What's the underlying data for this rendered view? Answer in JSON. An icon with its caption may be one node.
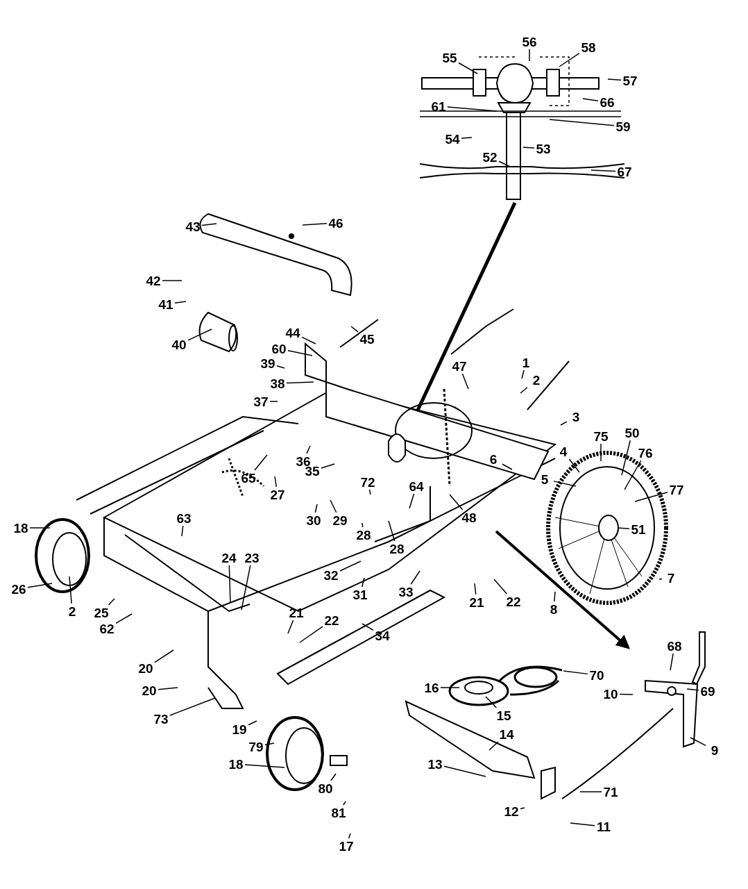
{
  "diagram": {
    "nodes": [
      {
        "text": [
          "56"
        ]
      },
      {
        "text": [
          "55"
        ]
      },
      {
        "text": [
          "58"
        ]
      },
      {
        "text": [
          "57"
        ]
      },
      {
        "text": [
          "66"
        ]
      },
      {
        "text": [
          "61"
        ]
      },
      {
        "text": [
          "59"
        ]
      },
      {
        "text": [
          "54"
        ]
      },
      {
        "text": [
          "53"
        ]
      },
      {
        "text": [
          "52"
        ]
      },
      {
        "text": [
          "67"
        ]
      },
      {
        "text": [
          "43"
        ]
      },
      {
        "text": [
          "46"
        ]
      },
      {
        "text": [
          "42"
        ]
      },
      {
        "text": [
          "41"
        ]
      },
      {
        "text": [
          "40"
        ]
      },
      {
        "text": [
          "44"
        ]
      },
      {
        "text": [
          "45"
        ]
      },
      {
        "text": [
          "60"
        ]
      },
      {
        "text": [
          "39"
        ]
      },
      {
        "text": [
          "38"
        ]
      },
      {
        "text": [
          "37"
        ]
      },
      {
        "text": [
          "1"
        ]
      },
      {
        "text": [
          "2"
        ]
      },
      {
        "text": [
          "47"
        ]
      },
      {
        "text": [
          "3"
        ]
      },
      {
        "text": [
          "50"
        ]
      },
      {
        "text": [
          "75"
        ]
      },
      {
        "text": [
          "76"
        ]
      },
      {
        "text": [
          "36"
        ]
      },
      {
        "text": [
          "35"
        ]
      },
      {
        "text": [
          "65"
        ]
      },
      {
        "text": [
          "6"
        ]
      },
      {
        "text": [
          "4"
        ]
      },
      {
        "text": [
          "5"
        ]
      },
      {
        "text": [
          "72"
        ]
      },
      {
        "text": [
          "64"
        ]
      },
      {
        "text": [
          "77"
        ]
      },
      {
        "text": [
          "30"
        ]
      },
      {
        "text": [
          "29"
        ]
      },
      {
        "text": [
          "28"
        ]
      },
      {
        "text": [
          "28"
        ]
      },
      {
        "text": [
          "27"
        ]
      },
      {
        "text": [
          "48"
        ]
      },
      {
        "text": [
          "18"
        ]
      },
      {
        "text": [
          "63"
        ]
      },
      {
        "text": [
          "51"
        ]
      },
      {
        "text": [
          "32"
        ]
      },
      {
        "text": [
          "31"
        ]
      },
      {
        "text": [
          "33"
        ]
      },
      {
        "text": [
          "24"
        ]
      },
      {
        "text": [
          "23"
        ]
      },
      {
        "text": [
          "26"
        ]
      },
      {
        "text": [
          "2"
        ]
      },
      {
        "text": [
          "25"
        ]
      },
      {
        "text": [
          "62"
        ]
      },
      {
        "text": [
          "7"
        ]
      },
      {
        "text": [
          "8"
        ]
      },
      {
        "text": [
          "21"
        ]
      },
      {
        "text": [
          "22"
        ]
      },
      {
        "text": [
          "21"
        ]
      },
      {
        "text": [
          "22"
        ]
      },
      {
        "text": [
          "34"
        ]
      },
      {
        "text": [
          "68"
        ]
      },
      {
        "text": [
          "70"
        ]
      },
      {
        "text": [
          "16"
        ]
      },
      {
        "text": [
          "69"
        ]
      },
      {
        "text": [
          "10"
        ]
      },
      {
        "text": [
          "15"
        ]
      },
      {
        "text": [
          "20"
        ]
      },
      {
        "text": [
          "20"
        ]
      },
      {
        "text": [
          "73"
        ]
      },
      {
        "text": [
          "19"
        ]
      },
      {
        "text": [
          "79"
        ]
      },
      {
        "text": [
          "14"
        ]
      },
      {
        "text": [
          "9"
        ]
      },
      {
        "text": [
          "18"
        ]
      },
      {
        "text": [
          "13"
        ]
      },
      {
        "text": [
          "80"
        ]
      },
      {
        "text": [
          "71"
        ]
      },
      {
        "text": [
          "12"
        ]
      },
      {
        "text": [
          "81"
        ]
      },
      {
        "text": [
          "11"
        ]
      },
      {
        "text": [
          "17"
        ]
      }
    ],
    "edges": [
      {
        "from": 0,
        "to": null,
        "arrow": "none"
      },
      {
        "from": 1,
        "to": null,
        "arrow": "none"
      },
      {
        "from": 2,
        "to": null,
        "arrow": "none"
      },
      {
        "from": 3,
        "to": null,
        "arrow": "none"
      },
      {
        "from": 4,
        "to": null,
        "arrow": "none"
      },
      {
        "from": 5,
        "to": null,
        "arrow": "none"
      },
      {
        "from": 6,
        "to": null,
        "arrow": "none"
      },
      {
        "from": 7,
        "to": null,
        "arrow": "none"
      },
      {
        "from": 8,
        "to": null,
        "arrow": "none"
      },
      {
        "from": 9,
        "to": null,
        "arrow": "none"
      },
      {
        "from": 10,
        "to": null,
        "arrow": "none"
      },
      {
        "from": 11,
        "to": null,
        "arrow": "none"
      },
      {
        "from": 12,
        "to": null,
        "arrow": "none"
      },
      {
        "from": 13,
        "to": null,
        "arrow": "none"
      },
      {
        "from": 14,
        "to": null,
        "arrow": "none"
      },
      {
        "from": 15,
        "to": null,
        "arrow": "none"
      },
      {
        "from": 16,
        "to": null,
        "arrow": "none"
      },
      {
        "from": 17,
        "to": null,
        "arrow": "none"
      },
      {
        "from": 18,
        "to": null,
        "arrow": "none"
      },
      {
        "from": 19,
        "to": null,
        "arrow": "none"
      },
      {
        "from": 20,
        "to": null,
        "arrow": "none"
      },
      {
        "from": 21,
        "to": null,
        "arrow": "none"
      },
      {
        "from": 22,
        "to": null,
        "arrow": "none"
      },
      {
        "from": 23,
        "to": null,
        "arrow": "none"
      },
      {
        "from": 24,
        "to": null,
        "arrow": "none"
      },
      {
        "from": 25,
        "to": null,
        "arrow": "none"
      },
      {
        "from": 26,
        "to": null,
        "arrow": "none"
      },
      {
        "from": 27,
        "to": null,
        "arrow": "none"
      },
      {
        "from": 28,
        "to": null,
        "arrow": "none"
      },
      {
        "from": 29,
        "to": null,
        "arrow": "none"
      },
      {
        "from": 30,
        "to": null,
        "arrow": "none"
      },
      {
        "from": 31,
        "to": null,
        "arrow": "none"
      },
      {
        "from": 32,
        "to": null,
        "arrow": "none"
      },
      {
        "from": 33,
        "to": null,
        "arrow": "none"
      },
      {
        "from": 34,
        "to": null,
        "arrow": "none"
      },
      {
        "from": 35,
        "to": null,
        "arrow": "none"
      },
      {
        "from": 36,
        "to": null,
        "arrow": "none"
      },
      {
        "from": 37,
        "to": null,
        "arrow": "none"
      },
      {
        "from": 38,
        "to": null,
        "arrow": "none"
      },
      {
        "from": 39,
        "to": null,
        "arrow": "none"
      },
      {
        "from": 40,
        "to": null,
        "arrow": "none"
      },
      {
        "from": 41,
        "to": null,
        "arrow": "none"
      },
      {
        "from": 42,
        "to": null,
        "arrow": "none"
      },
      {
        "from": 43,
        "to": null,
        "arrow": "none"
      },
      {
        "from": 44,
        "to": null,
        "arrow": "none"
      },
      {
        "from": 45,
        "to": null,
        "arrow": "none"
      },
      {
        "from": 46,
        "to": null,
        "arrow": "none"
      },
      {
        "from": 47,
        "to": null,
        "arrow": "none"
      },
      {
        "from": 48,
        "to": null,
        "arrow": "none"
      },
      {
        "from": 49,
        "to": null,
        "arrow": "none"
      },
      {
        "from": 50,
        "to": null,
        "arrow": "none"
      },
      {
        "from": 51,
        "to": null,
        "arrow": "none"
      },
      {
        "from": 52,
        "to": null,
        "arrow": "none"
      },
      {
        "from": 53,
        "to": null,
        "arrow": "none"
      },
      {
        "from": 54,
        "to": null,
        "arrow": "none"
      },
      {
        "from": 55,
        "to": null,
        "arrow": "none"
      },
      {
        "from": 56,
        "to": null,
        "arrow": "none"
      },
      {
        "from": 57,
        "to": null,
        "arrow": "none"
      },
      {
        "from": 58,
        "to": null,
        "arrow": "none"
      },
      {
        "from": 59,
        "to": null,
        "arrow": "none"
      },
      {
        "from": 60,
        "to": null,
        "arrow": "none"
      },
      {
        "from": 61,
        "to": null,
        "arrow": "none"
      },
      {
        "from": 62,
        "to": null,
        "arrow": "none"
      },
      {
        "from": 63,
        "to": null,
        "arrow": "none"
      },
      {
        "from": 64,
        "to": null,
        "arrow": "none"
      },
      {
        "from": 65,
        "to": null,
        "arrow": "none"
      },
      {
        "from": 66,
        "to": null,
        "arrow": "none"
      },
      {
        "from": 67,
        "to": null,
        "arrow": "none"
      },
      {
        "from": 68,
        "to": null,
        "arrow": "none"
      },
      {
        "from": 69,
        "to": null,
        "arrow": "none"
      },
      {
        "from": 70,
        "to": null,
        "arrow": "none"
      },
      {
        "from": 71,
        "to": null,
        "arrow": "none"
      },
      {
        "from": 72,
        "to": null,
        "arrow": "none"
      },
      {
        "from": 73,
        "to": null,
        "arrow": "none"
      },
      {
        "from": 74,
        "to": null,
        "arrow": "none"
      },
      {
        "from": 75,
        "to": null,
        "arrow": "none"
      },
      {
        "from": 76,
        "to": null,
        "arrow": "none"
      },
      {
        "from": 77,
        "to": null,
        "arrow": "none"
      },
      {
        "from": 78,
        "to": null,
        "arrow": "none"
      },
      {
        "from": 79,
        "to": null,
        "arrow": "none"
      },
      {
        "from": 80,
        "to": null,
        "arrow": "none"
      },
      {
        "from": 81,
        "to": null,
        "arrow": "none"
      },
      {
        "from": 82,
        "to": null,
        "arrow": "none"
      },
      {
        "from": 83,
        "to": null,
        "arrow": "none"
      }
    ]
  }
}
